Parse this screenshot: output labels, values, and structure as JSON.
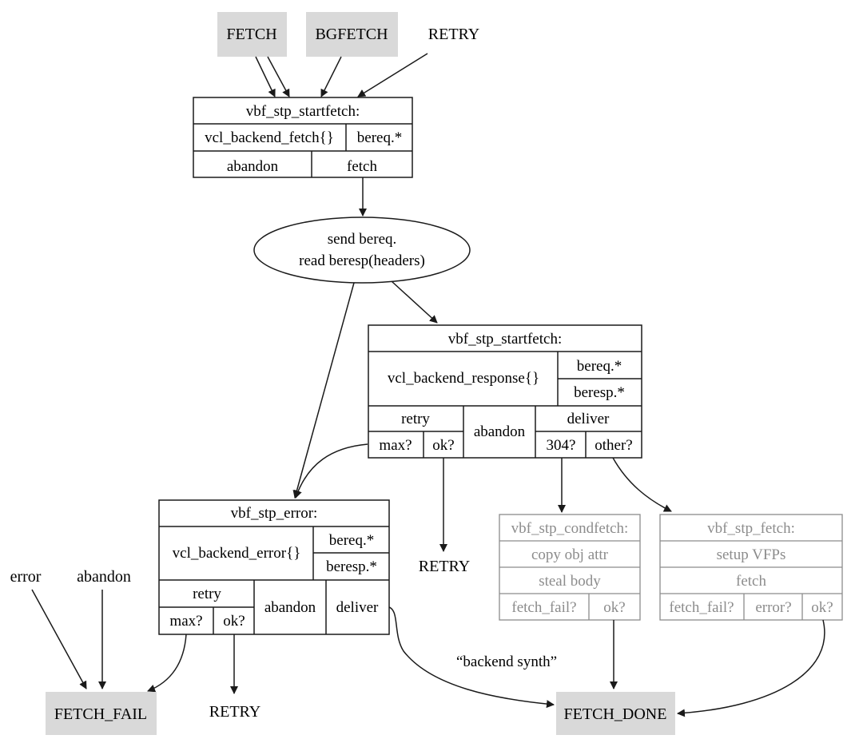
{
  "start_states": {
    "fetch": "FETCH",
    "bgfetch": "BGFETCH",
    "retry": "RETRY"
  },
  "startfetch": {
    "title": "vbf_stp_startfetch:",
    "vcl": "vcl_backend_fetch{}",
    "vars": [
      "bereq.*"
    ],
    "actions": {
      "abandon": "abandon",
      "fetch": "fetch"
    }
  },
  "send": {
    "line1": "send bereq.",
    "line2": "read beresp(headers)"
  },
  "startfetch2": {
    "title": "vbf_stp_startfetch:",
    "vcl": "vcl_backend_response{}",
    "vars": [
      "bereq.*",
      "beresp.*"
    ],
    "actions": {
      "retry": "retry",
      "abandon": "abandon",
      "deliver": "deliver"
    },
    "sub_actions": {
      "max": "max?",
      "ok": "ok?",
      "s304": "304?",
      "other": "other?"
    }
  },
  "error": {
    "title": "vbf_stp_error:",
    "vcl": "vcl_backend_error{}",
    "vars": [
      "bereq.*",
      "beresp.*"
    ],
    "actions": {
      "retry": "retry",
      "abandon": "abandon",
      "deliver": "deliver"
    },
    "sub_actions": {
      "max": "max?",
      "ok": "ok?"
    }
  },
  "condfetch": {
    "title": "vbf_stp_condfetch:",
    "rows": [
      "copy obj attr",
      "steal body"
    ],
    "outcomes": [
      "fetch_fail?",
      "ok?"
    ]
  },
  "fetch": {
    "title": "vbf_stp_fetch:",
    "rows": [
      "setup VFPs",
      "fetch"
    ],
    "outcomes": [
      "fetch_fail?",
      "error?",
      "ok?"
    ]
  },
  "inputs": {
    "error": "error",
    "abandon": "abandon"
  },
  "retry_mid": "RETRY",
  "retry_bottom": "RETRY",
  "synth_label": "“backend synth”",
  "end_states": {
    "fetch_fail": "FETCH_FAIL",
    "fetch_done": "FETCH_DONE"
  },
  "colors": {
    "state_fill": "#d9d9d9",
    "line": "#1a1a1a",
    "gray": "#8c8c8c"
  }
}
